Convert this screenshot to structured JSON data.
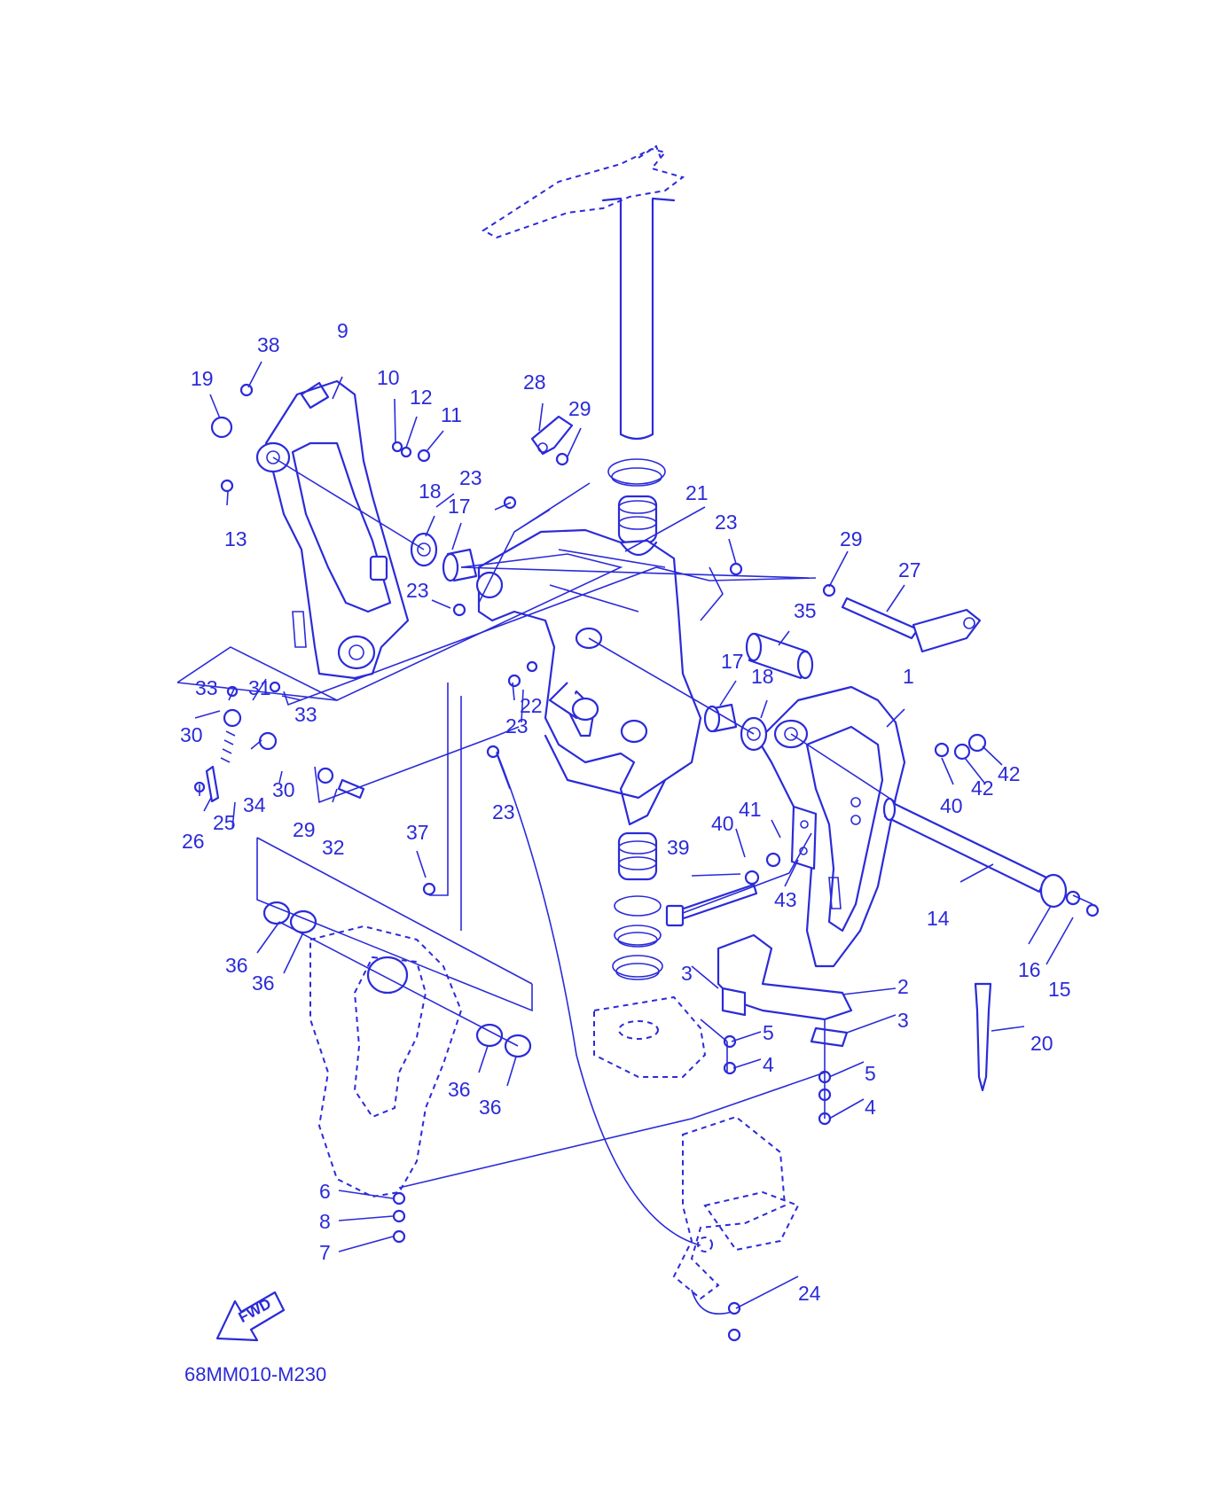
{
  "diagram": {
    "code": "68MM010-M230",
    "fwd_label": "FWD",
    "colors": {
      "ink": "#2b2bd9",
      "background": "#ffffff"
    },
    "callouts": [
      {
        "id": "c1",
        "text": "1"
      },
      {
        "id": "c2",
        "text": "2"
      },
      {
        "id": "c3a",
        "text": "3"
      },
      {
        "id": "c3b",
        "text": "3"
      },
      {
        "id": "c4a",
        "text": "4"
      },
      {
        "id": "c4b",
        "text": "4"
      },
      {
        "id": "c5a",
        "text": "5"
      },
      {
        "id": "c5b",
        "text": "5"
      },
      {
        "id": "c6",
        "text": "6"
      },
      {
        "id": "c7",
        "text": "7"
      },
      {
        "id": "c8",
        "text": "8"
      },
      {
        "id": "c9",
        "text": "9"
      },
      {
        "id": "c10",
        "text": "10"
      },
      {
        "id": "c11",
        "text": "11"
      },
      {
        "id": "c12",
        "text": "12"
      },
      {
        "id": "c13",
        "text": "13"
      },
      {
        "id": "c14",
        "text": "14"
      },
      {
        "id": "c15",
        "text": "15"
      },
      {
        "id": "c16",
        "text": "16"
      },
      {
        "id": "c17a",
        "text": "17"
      },
      {
        "id": "c17b",
        "text": "17"
      },
      {
        "id": "c18a",
        "text": "18"
      },
      {
        "id": "c18b",
        "text": "18"
      },
      {
        "id": "c19",
        "text": "19"
      },
      {
        "id": "c20",
        "text": "20"
      },
      {
        "id": "c21",
        "text": "21"
      },
      {
        "id": "c22",
        "text": "22"
      },
      {
        "id": "c23a",
        "text": "23"
      },
      {
        "id": "c23b",
        "text": "23"
      },
      {
        "id": "c23c",
        "text": "23"
      },
      {
        "id": "c23d",
        "text": "23"
      },
      {
        "id": "c23e",
        "text": "23"
      },
      {
        "id": "c24",
        "text": "24"
      },
      {
        "id": "c25",
        "text": "25"
      },
      {
        "id": "c26",
        "text": "26"
      },
      {
        "id": "c27",
        "text": "27"
      },
      {
        "id": "c28",
        "text": "28"
      },
      {
        "id": "c29a",
        "text": "29"
      },
      {
        "id": "c29b",
        "text": "29"
      },
      {
        "id": "c29c",
        "text": "29"
      },
      {
        "id": "c30a",
        "text": "30"
      },
      {
        "id": "c30b",
        "text": "30"
      },
      {
        "id": "c31",
        "text": "31"
      },
      {
        "id": "c32",
        "text": "32"
      },
      {
        "id": "c33a",
        "text": "33"
      },
      {
        "id": "c33b",
        "text": "33"
      },
      {
        "id": "c34",
        "text": "34"
      },
      {
        "id": "c35",
        "text": "35"
      },
      {
        "id": "c36a",
        "text": "36"
      },
      {
        "id": "c36b",
        "text": "36"
      },
      {
        "id": "c36c",
        "text": "36"
      },
      {
        "id": "c36d",
        "text": "36"
      },
      {
        "id": "c37",
        "text": "37"
      },
      {
        "id": "c38",
        "text": "38"
      },
      {
        "id": "c39",
        "text": "39"
      },
      {
        "id": "c40a",
        "text": "40"
      },
      {
        "id": "c40b",
        "text": "40"
      },
      {
        "id": "c41",
        "text": "41"
      },
      {
        "id": "c42a",
        "text": "42"
      },
      {
        "id": "c42b",
        "text": "42"
      },
      {
        "id": "c43",
        "text": "43"
      }
    ]
  }
}
